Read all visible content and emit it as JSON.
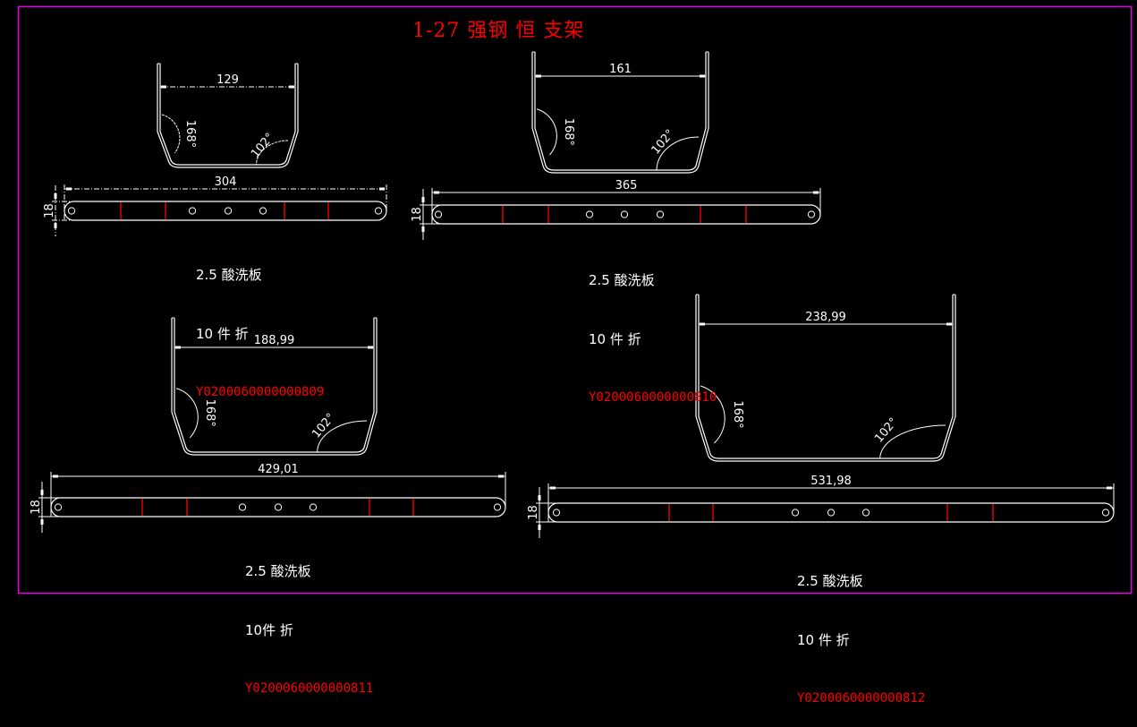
{
  "title": "1-27 强钢 恒 支架",
  "colors": {
    "background": "#000000",
    "frame": "#e600e6",
    "lines": "#ffffff",
    "bend_lines": "#ff0000",
    "title": "#ff0000",
    "code": "#ff0000"
  },
  "parts": [
    {
      "id": "part-1",
      "inner_width": "129",
      "angle_1": "168°",
      "angle_2": "102°",
      "blank_length": "304",
      "blank_width": "18",
      "material": "2.5 酸洗板",
      "quantity": "10 件 折",
      "code": "Y0200060000000809"
    },
    {
      "id": "part-2",
      "inner_width": "161",
      "angle_1": "168°",
      "angle_2": "102°",
      "blank_length": "365",
      "blank_width": "18",
      "material": "2.5 酸洗板",
      "quantity": "10 件 折",
      "code": "Y0200060000000810"
    },
    {
      "id": "part-3",
      "inner_width": "188,99",
      "angle_1": "168°",
      "angle_2": "102°",
      "blank_length": "429,01",
      "blank_width": "18",
      "material": "2.5 酸洗板",
      "quantity": "10件 折",
      "code": "Y0200060000000811"
    },
    {
      "id": "part-4",
      "inner_width": "238,99",
      "angle_1": "168°",
      "angle_2": "102°",
      "blank_length": "531,98",
      "blank_width": "18",
      "material": "2.5 酸洗板",
      "quantity": "10 件 折",
      "code": "Y0200060000000812"
    }
  ]
}
